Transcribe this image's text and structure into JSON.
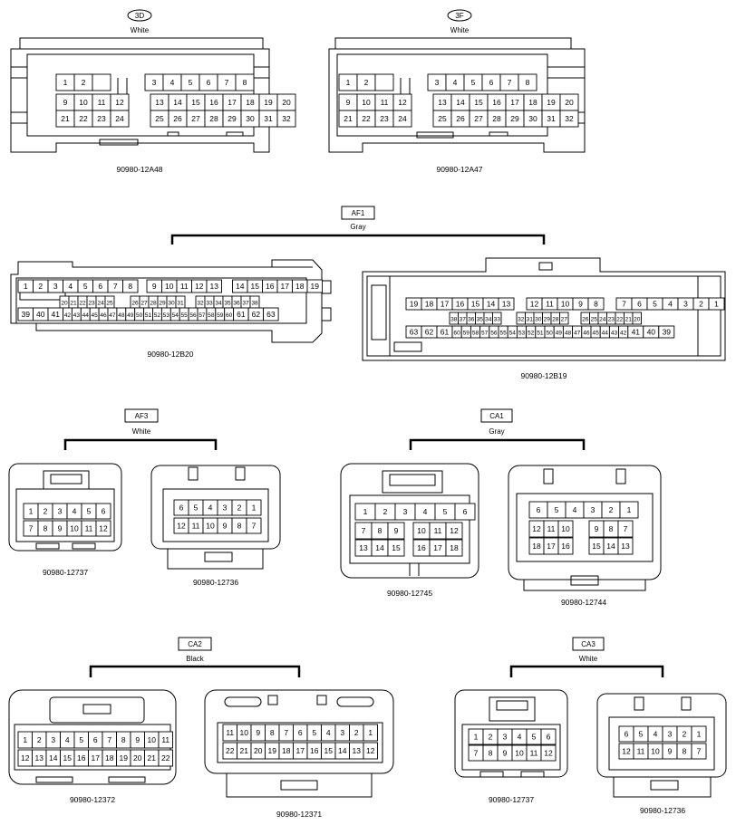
{
  "groups": {
    "c3d": {
      "tag": "3D",
      "color": "White"
    },
    "c3f": {
      "tag": "3F",
      "color": "White"
    },
    "af1": {
      "tag": "AF1",
      "color": "Gray"
    },
    "af3": {
      "tag": "AF3",
      "color": "White"
    },
    "ca1": {
      "tag": "CA1",
      "color": "Gray"
    },
    "ca2": {
      "tag": "CA2",
      "color": "Black"
    },
    "ca3": {
      "tag": "CA3",
      "color": "White"
    }
  },
  "parts": {
    "c3d": "90980-12A48",
    "c3f": "90980-12A47",
    "af1_left": "90980-12B20",
    "af1_right": "90980-12B19",
    "af3_left": "90980-12737",
    "af3_right": "90980-12736",
    "ca1_left": "90980-12745",
    "ca1_right": "90980-12744",
    "ca2_left": "90980-12372",
    "ca2_right": "90980-12371",
    "ca3_left": "90980-12737",
    "ca3_right": "90980-12736"
  },
  "pins": {
    "c3d": [
      [
        "1",
        "2",
        "",
        "3",
        "4",
        "5",
        "6",
        "7",
        "8"
      ],
      [
        "9",
        "10",
        "11",
        "12",
        "13",
        "14",
        "15",
        "16",
        "17",
        "18",
        "19",
        "20"
      ],
      [
        "21",
        "22",
        "23",
        "24",
        "25",
        "26",
        "27",
        "28",
        "29",
        "30",
        "31",
        "32"
      ]
    ],
    "c3f": [
      [
        "1",
        "2",
        "",
        "3",
        "4",
        "5",
        "6",
        "7",
        "8"
      ],
      [
        "9",
        "10",
        "11",
        "12",
        "13",
        "14",
        "15",
        "16",
        "17",
        "18",
        "19",
        "20"
      ],
      [
        "21",
        "22",
        "23",
        "24",
        "25",
        "26",
        "27",
        "28",
        "29",
        "30",
        "31",
        "32"
      ]
    ],
    "af1_left": [
      [
        "1",
        "2",
        "3",
        "4",
        "5",
        "6",
        "7",
        "8",
        "9",
        "10",
        "11",
        "12",
        "13",
        "14",
        "15",
        "16",
        "17",
        "18",
        "19"
      ],
      [
        "20",
        "21",
        "22",
        "23",
        "24",
        "25",
        "26",
        "27",
        "28",
        "29",
        "30",
        "31",
        "32",
        "33",
        "34",
        "35",
        "36",
        "37",
        "38"
      ],
      [
        "39",
        "40",
        "41",
        "42",
        "43",
        "44",
        "45",
        "46",
        "47",
        "48",
        "49",
        "50",
        "51",
        "52",
        "53",
        "54",
        "55",
        "56",
        "57",
        "58",
        "59",
        "60",
        "61",
        "62",
        "63"
      ]
    ],
    "af1_right": [
      [
        "19",
        "18",
        "17",
        "16",
        "15",
        "14",
        "13",
        "12",
        "11",
        "10",
        "9",
        "8",
        "7",
        "6",
        "5",
        "4",
        "3",
        "2",
        "1"
      ],
      [
        "38",
        "37",
        "36",
        "35",
        "34",
        "33",
        "32",
        "31",
        "30",
        "29",
        "28",
        "27",
        "26",
        "25",
        "24",
        "23",
        "22",
        "21",
        "20"
      ],
      [
        "63",
        "62",
        "61",
        "60",
        "59",
        "58",
        "57",
        "56",
        "55",
        "54",
        "53",
        "52",
        "51",
        "50",
        "49",
        "48",
        "47",
        "46",
        "45",
        "44",
        "43",
        "42",
        "41",
        "40",
        "39"
      ]
    ],
    "af3_left": [
      [
        "1",
        "2",
        "3",
        "4",
        "5",
        "6"
      ],
      [
        "7",
        "8",
        "9",
        "10",
        "11",
        "12"
      ]
    ],
    "af3_right": [
      [
        "6",
        "5",
        "4",
        "3",
        "2",
        "1"
      ],
      [
        "12",
        "11",
        "10",
        "9",
        "8",
        "7"
      ]
    ],
    "ca1_left": [
      [
        "1",
        "2",
        "3",
        "4",
        "5",
        "6"
      ],
      [
        "7",
        "8",
        "9",
        "10",
        "11",
        "12"
      ],
      [
        "13",
        "14",
        "15",
        "16",
        "17",
        "18"
      ]
    ],
    "ca1_right": [
      [
        "6",
        "5",
        "4",
        "3",
        "2",
        "1"
      ],
      [
        "12",
        "11",
        "10",
        "9",
        "8",
        "7"
      ],
      [
        "18",
        "17",
        "16",
        "15",
        "14",
        "13"
      ]
    ],
    "ca2_left": [
      [
        "1",
        "2",
        "3",
        "4",
        "5",
        "6",
        "7",
        "8",
        "9",
        "10",
        "11"
      ],
      [
        "12",
        "13",
        "14",
        "15",
        "16",
        "17",
        "18",
        "19",
        "20",
        "21",
        "22"
      ]
    ],
    "ca2_right": [
      [
        "11",
        "10",
        "9",
        "8",
        "7",
        "6",
        "5",
        "4",
        "3",
        "2",
        "1"
      ],
      [
        "22",
        "21",
        "20",
        "19",
        "18",
        "17",
        "16",
        "15",
        "14",
        "13",
        "12"
      ]
    ],
    "ca3_left": [
      [
        "1",
        "2",
        "3",
        "4",
        "5",
        "6"
      ],
      [
        "7",
        "8",
        "9",
        "10",
        "11",
        "12"
      ]
    ],
    "ca3_right": [
      [
        "6",
        "5",
        "4",
        "3",
        "2",
        "1"
      ],
      [
        "12",
        "11",
        "10",
        "9",
        "8",
        "7"
      ]
    ]
  }
}
